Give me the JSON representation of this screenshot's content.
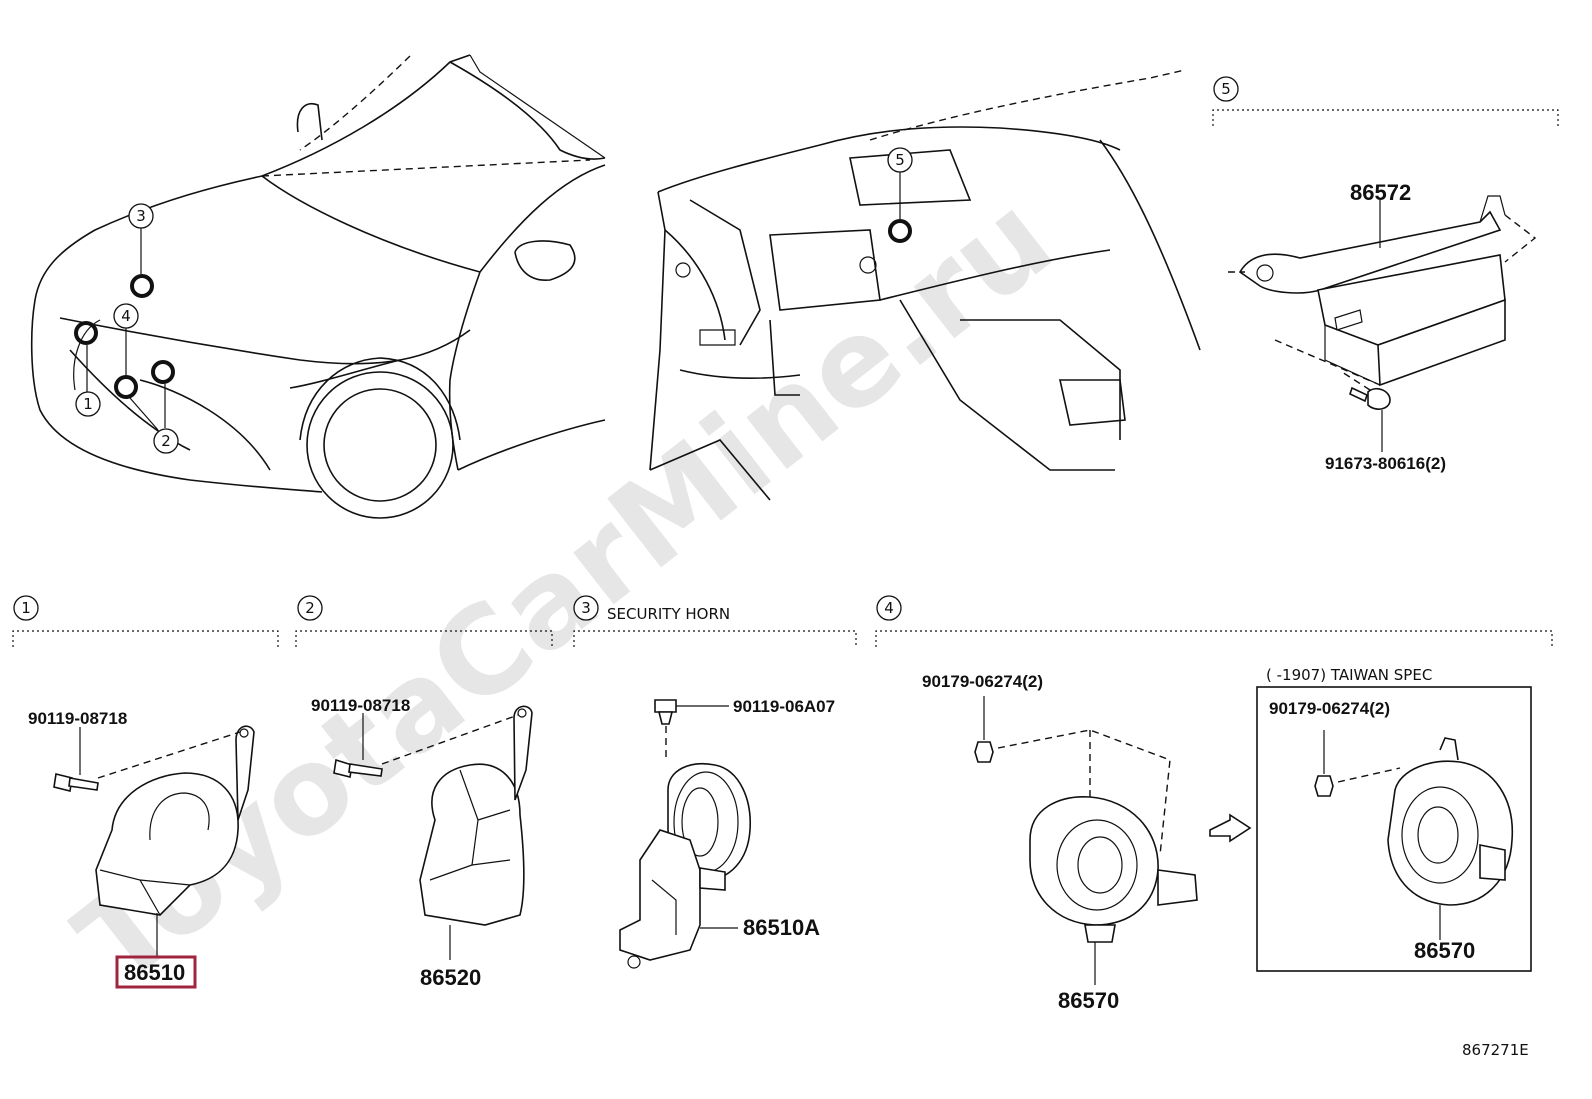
{
  "watermark": "ToyotaCarMine.ru",
  "diagram_code": "867271E",
  "location_callouts": [
    "1",
    "2",
    "3",
    "4",
    "5"
  ],
  "sections": [
    {
      "number": "1",
      "title": ""
    },
    {
      "number": "2",
      "title": ""
    },
    {
      "number": "3",
      "title": "SECURITY HORN"
    },
    {
      "number": "4",
      "title": ""
    },
    {
      "number": "5",
      "title": ""
    }
  ],
  "taiwan_spec_label": "(      -1907)  TAIWAN SPEC",
  "parts": {
    "p86510": "86510",
    "p86520": "86520",
    "p86510A": "86510A",
    "p86570_main": "86570",
    "p86570_taiwan": "86570",
    "p86572": "86572",
    "bolt_s1": "90119-08718",
    "bolt_s2": "90119-08718",
    "bolt_s3": "90119-06A07",
    "nut_s4": "90179-06274(2)",
    "nut_taiwan": "90179-06274(2)",
    "bolt_s5": "91673-80616(2)"
  },
  "highlighted_part": "86510",
  "colors": {
    "highlight": "#a0243e",
    "ink": "#111111",
    "watermark": "#e6e6e6"
  }
}
